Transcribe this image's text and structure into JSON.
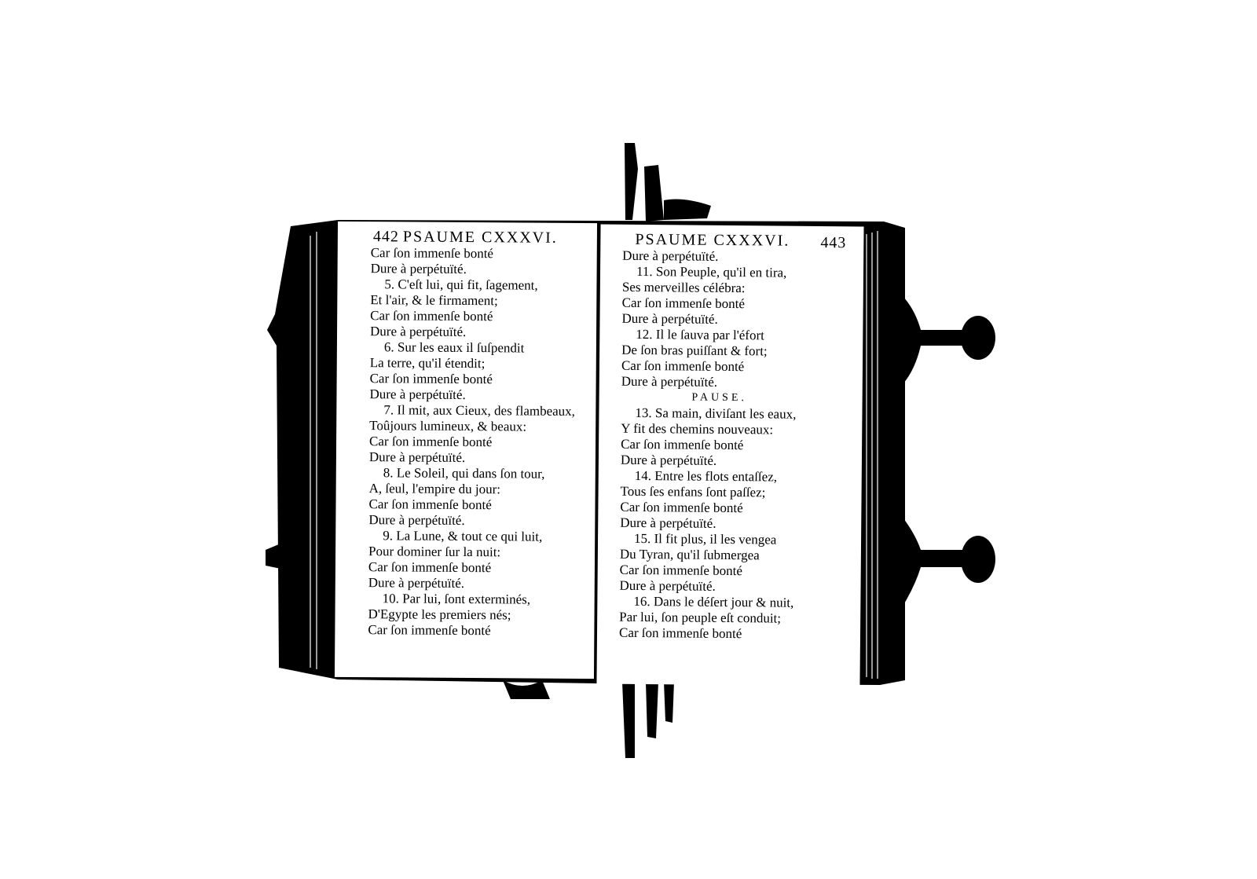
{
  "left_page": {
    "page_number": "442",
    "running_head": "PSAUME CXXXVI.",
    "lines": [
      "Car ſon immenſe bonté",
      "Dure à perpétuïté.",
      "5. C'eſt lui, qui fit, ſagement,",
      "Et l'air, & le firmament;",
      "Car ſon immenſe bonté",
      "Dure à perpétuïté.",
      "6. Sur les eaux il ſuſpendit",
      "La terre, qu'il étendit;",
      "Car ſon immenſe bonté",
      "Dure à perpétuïté.",
      "7. Il mit, aux Cieux, des flambeaux,",
      "Toûjours lumineux, & beaux:",
      "Car ſon immenſe bonté",
      "Dure à perpétuïté.",
      "8. Le Soleil, qui dans ſon tour,",
      "A, ſeul, l'empire du jour:",
      "Car ſon immenſe bonté",
      "Dure à perpétuïté.",
      "9. La Lune, & tout ce qui luit,",
      "Pour dominer ſur la nuit:",
      "Car ſon immenſe bonté",
      "Dure à perpétuïté.",
      "10. Par lui, ſont exterminés,",
      "D'Egypte les premiers nés;",
      "Car ſon immenſe bonté"
    ]
  },
  "right_page": {
    "page_number": "443",
    "running_head": "PSAUME CXXXVI.",
    "lines": [
      "Dure à perpétuïté.",
      "11. Son Peuple, qu'il en tira,",
      "Ses merveilles célébra:",
      "Car ſon immenſe bonté",
      "Dure à perpétuïté.",
      "12. Il le ſauva par l'éfort",
      "De ſon bras puiſſant & fort;",
      "Car ſon immenſe bonté",
      "Dure à perpétuïté.",
      "PAUSE.",
      "13. Sa main, diviſant les eaux,",
      "Y fit des chemins nouveaux:",
      "Car ſon immenſe bonté",
      "Dure à perpétuïté.",
      "14. Entre les flots entaſſez,",
      "Tous ſes enfans ſont paſſez;",
      "Car ſon immenſe bonté",
      "Dure à perpétuïté.",
      "15. Il fit plus, il les vengea",
      "Du Tyran, qu'il ſubmergea",
      "Car ſon immenſe bonté",
      "Dure à perpétuïté.",
      "16. Dans le déſert jour & nuit,",
      "Par lui, ſon peuple eſt conduit;",
      "Car ſon immenſe bonté"
    ]
  },
  "colors": {
    "ink": "#000000",
    "paper": "#ffffff"
  }
}
